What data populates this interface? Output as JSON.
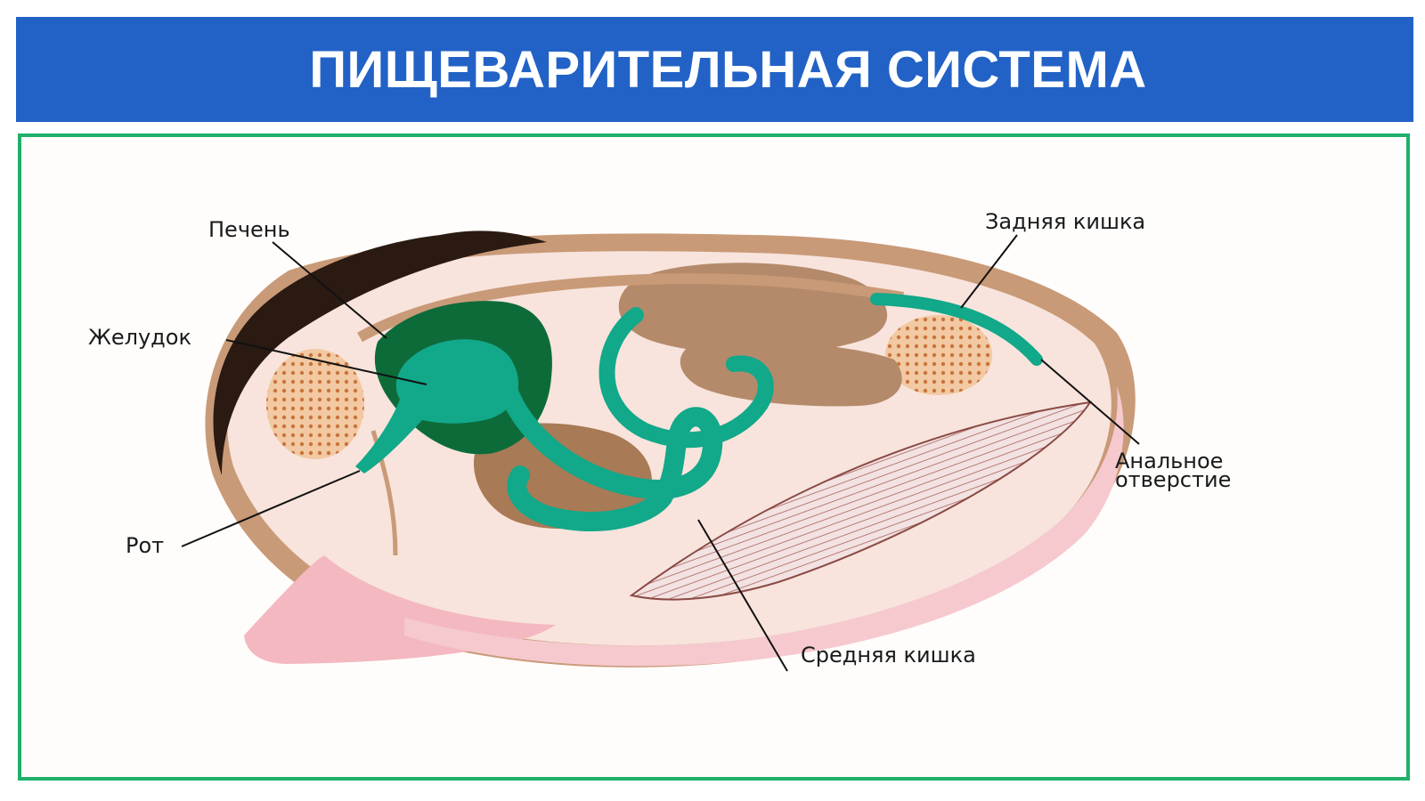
{
  "header": {
    "title": "ПИЩЕВАРИТЕЛЬНАЯ СИСТЕМА"
  },
  "diagram": {
    "labels": {
      "liver": "Печень",
      "stomach": "Желудок",
      "mouth": "Рот",
      "hindgut": "Задняя кишка",
      "anus_line1": "Анальное",
      "anus_line2": "отверстие",
      "midgut": "Средняя кишка"
    }
  },
  "colors": {
    "title_bar": "#2262c6",
    "frame_border": "#1fb06a",
    "digestive_tract": "#12a88a",
    "liver": "#0d6b3a",
    "shell": "#c99a78",
    "mantle": "#f7d6d6"
  }
}
